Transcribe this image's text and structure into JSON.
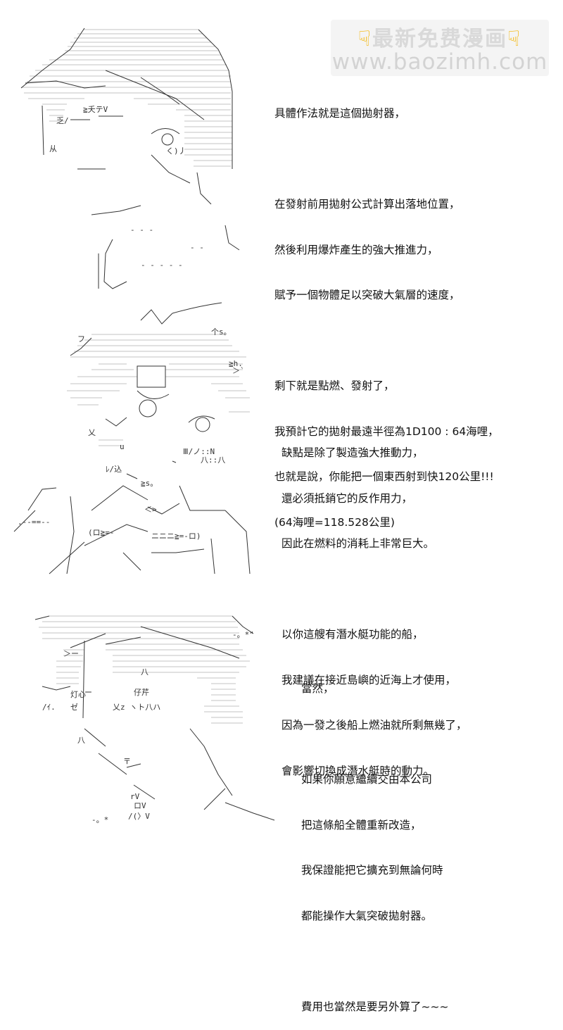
{
  "watermark": {
    "left_icon": "pointing-hand-icon",
    "title": "最新免费漫画",
    "right_icon": "pointing-hand-icon",
    "url": "www.baozimh.com"
  },
  "panels": [
    {
      "art": "ascii-art-character-closeup",
      "lines": [
        "具體作法就是這個拋射器，",
        "",
        "在發射前用拋射公式計算出落地位置，",
        "然後利用爆炸產生的強大推進力，",
        "賦予一個物體足以突破大氣層的速度，",
        "",
        "剩下就是點燃、發射了，",
        "我預計它的拋射最遠半徑為1D100 : 64海哩，",
        "也就是說，你能把一個東西射到快120公里!!!",
        "(64海哩=118.528公里)"
      ]
    },
    {
      "art": "ascii-art-character-with-hat",
      "lines": [
        "缺點是除了製造強大推動力，",
        "還必須抵銷它的反作用力，",
        "因此在燃料的消耗上非常巨大。",
        "",
        "以你這艘有潛水艇功能的船，",
        "我建議在接近島嶼的近海上才使用，",
        "因為一發之後船上燃油就所剩無幾了，",
        "會影響切換成潛水艇時的動力。"
      ]
    },
    {
      "art": "ascii-art-character-smiling",
      "lines": [
        "當然，",
        "",
        "如果你願意繼續交由本公司",
        "把這條船全體重新改造，",
        "我保證能把它擴充到無論何時",
        "都能操作大氣突破拋射器。",
        "",
        "費用也當然是要另外算了~~~"
      ]
    }
  ]
}
